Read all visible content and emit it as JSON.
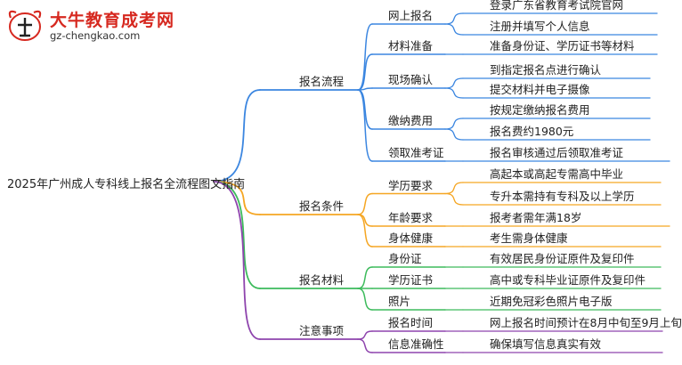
{
  "logo": {
    "title": "大牛教育成考网",
    "url": "gz-chengkao.com"
  },
  "root": "2025年广州成人专科线上报名全流程图文指南",
  "colors": {
    "blue": "#3b86e0",
    "orange": "#f5a623",
    "green": "#3dbb5c",
    "purple": "#8e44ad"
  },
  "branches": [
    {
      "label": "报名流程",
      "color": "blue",
      "children": [
        {
          "label": "网上报名",
          "items": [
            "登录广东省教育考试院官网",
            "注册并填写个人信息"
          ]
        },
        {
          "label": "材料准备",
          "items": [
            "准备身份证、学历证书等材料"
          ]
        },
        {
          "label": "现场确认",
          "items": [
            "到指定报名点进行确认",
            "提交材料并电子摄像"
          ]
        },
        {
          "label": "缴纳费用",
          "items": [
            "按规定缴纳报名费用",
            "报名费约1980元"
          ]
        },
        {
          "label": "领取准考证",
          "items": [
            "报名审核通过后领取准考证"
          ]
        }
      ]
    },
    {
      "label": "报名条件",
      "color": "orange",
      "children": [
        {
          "label": "学历要求",
          "items": [
            "高起本或高起专需高中毕业",
            "专升本需持有专科及以上学历"
          ]
        },
        {
          "label": "年龄要求",
          "items": [
            "报考者需年满18岁"
          ]
        },
        {
          "label": "身体健康",
          "items": [
            "考生需身体健康"
          ]
        }
      ]
    },
    {
      "label": "报名材料",
      "color": "green",
      "children": [
        {
          "label": "身份证",
          "items": [
            "有效居民身份证原件及复印件"
          ]
        },
        {
          "label": "学历证书",
          "items": [
            "高中或专科毕业证原件及复印件"
          ]
        },
        {
          "label": "照片",
          "items": [
            "近期免冠彩色照片电子版"
          ]
        }
      ]
    },
    {
      "label": "注意事项",
      "color": "purple",
      "children": [
        {
          "label": "报名时间",
          "items": [
            "网上报名时间预计在8月中旬至9月上旬"
          ]
        },
        {
          "label": "信息准确性",
          "items": [
            "确保填写信息真实有效"
          ]
        }
      ]
    }
  ]
}
